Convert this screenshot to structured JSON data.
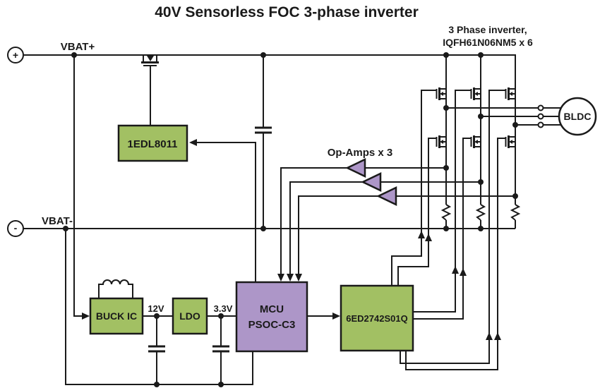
{
  "title": "40V Sensorless FOC 3-phase inverter",
  "colors": {
    "title_red": "#ff0000",
    "box_green": "#a2c063",
    "box_purple": "#ad96c8",
    "line": "#1a1a1a"
  },
  "labels": {
    "inverter_line1": "3 Phase inverter,",
    "inverter_line2": "IQFH61N06NM5 x 6",
    "vbat_plus": "VBAT+",
    "vbat_minus": "VBAT-",
    "plus": "+",
    "minus": "-",
    "gate_driver": "1EDL8011",
    "opamps": "Op-Amps x 3",
    "motor": "BLDC",
    "buck": "BUCK IC",
    "v12": "12V",
    "ldo": "LDO",
    "v3p3": "3.3V",
    "mcu_line1": "MCU",
    "mcu_line2": "PSOC-C3",
    "driver": "6ED2742S01Q"
  }
}
